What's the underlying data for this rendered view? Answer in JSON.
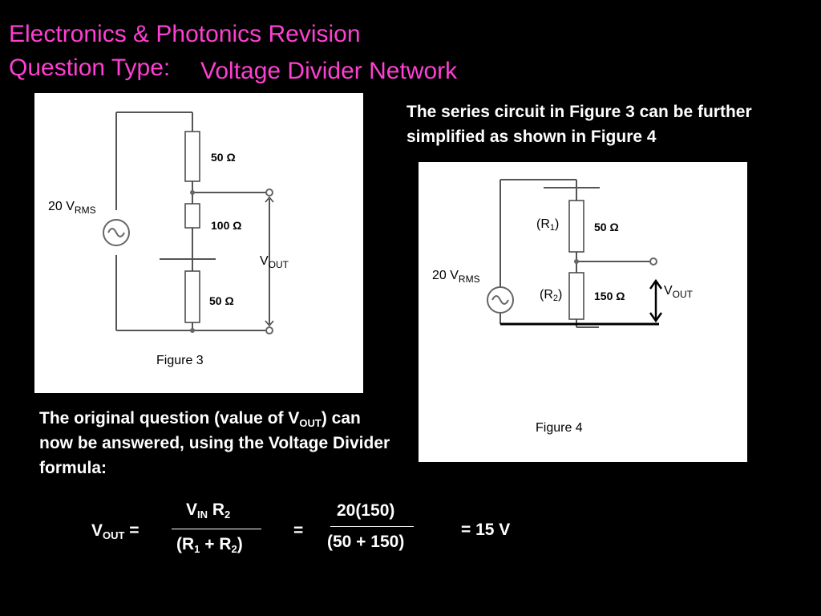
{
  "title": {
    "line1": "Electronics & Photonics Revision",
    "line2_prefix": "Question Type:",
    "line2_topic": "Voltage Divider Network"
  },
  "figure3": {
    "caption": "Figure 3",
    "source_label": "20 V",
    "source_sub": "RMS",
    "r_top": "50 Ω",
    "r_mid": "100 Ω",
    "r_bot": "50 Ω",
    "vout": "V",
    "vout_sub": "OUT"
  },
  "figure4": {
    "caption": "Figure 4",
    "source_label": "20 V",
    "source_sub": "RMS",
    "r1_name": "(R",
    "r1_sub": "1",
    "r1_close": ")",
    "r1_value": "50 Ω",
    "r2_name": "(R",
    "r2_sub": "2",
    "r2_close": ")",
    "r2_value": "150 Ω",
    "vout": "V",
    "vout_sub": "OUT"
  },
  "text": {
    "para1": "The series circuit in Figure 3 can be further simplified as  shown in Figure 4",
    "para2_a": "The original question (value of V",
    "para2_sub": "OUT",
    "para2_b": ") can now be answered, using the Voltage Divider formula:"
  },
  "formula": {
    "lhs": "V",
    "lhs_sub": "OUT",
    "lhs_eq": " =",
    "num1_v": "V",
    "num1_sub": "IN",
    "num1_r": " R",
    "num1_rsub": "2",
    "den1_a": "(R",
    "den1_s1": "1",
    "den1_b": " + R",
    "den1_s2": "2",
    "den1_c": ")",
    "equals": "=",
    "num2": "20(150)",
    "den2": "(50 + 150)",
    "result": "= 15 V"
  }
}
